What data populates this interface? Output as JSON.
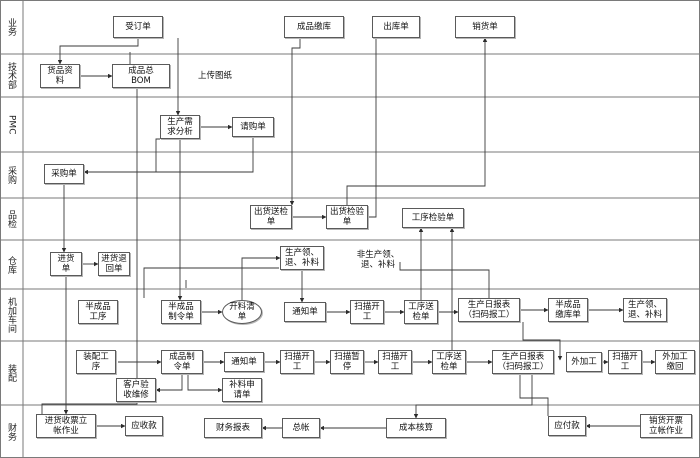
{
  "lanes": [
    {
      "id": "yewu",
      "label": "业务"
    },
    {
      "id": "jishu",
      "label": "技术部"
    },
    {
      "id": "pmc",
      "label": "PMC"
    },
    {
      "id": "caigou",
      "label": "采购"
    },
    {
      "id": "pinjian",
      "label": "品检"
    },
    {
      "id": "cangku",
      "label": "仓库"
    },
    {
      "id": "jijia",
      "label": "机加车间"
    },
    {
      "id": "zhuangpei",
      "label": "装配"
    },
    {
      "id": "caiwu",
      "label": "财务"
    }
  ],
  "nodes": [
    {
      "id": "n_shoudingdan",
      "label": "受订单"
    },
    {
      "id": "n_chengpinjiaoku",
      "label": "成品缴库"
    },
    {
      "id": "n_chukudan",
      "label": "出库单"
    },
    {
      "id": "n_xiaohuodan",
      "label": "销货单"
    },
    {
      "id": "n_huopinziliao",
      "label": "货品资\n料"
    },
    {
      "id": "n_bom",
      "label": "成品总\nBOM"
    },
    {
      "id": "n_shangchuantuzhi",
      "label": "上传图纸"
    },
    {
      "id": "n_xuqiufenxi",
      "label": "生产需\n求分析"
    },
    {
      "id": "n_qinggoudan",
      "label": "请购单"
    },
    {
      "id": "n_caigoudan",
      "label": "采购单"
    },
    {
      "id": "n_chuhuosongjian",
      "label": "出货送检\n单"
    },
    {
      "id": "n_chuhuojianyan",
      "label": "出货检验\n单"
    },
    {
      "id": "n_gongxujianyan",
      "label": "工序检验单"
    },
    {
      "id": "n_jinhuodan",
      "label": "进货\n单"
    },
    {
      "id": "n_jinhuotui",
      "label": "进货退\n回单"
    },
    {
      "id": "n_shengchanling",
      "label": "生产领、\n退、补料"
    },
    {
      "id": "n_feishengchanling",
      "label": "非生产领、\n退、补料"
    },
    {
      "id": "n_banchengpin_gx",
      "label": "半成品\n工序"
    },
    {
      "id": "n_banchengpin_zl",
      "label": "半成品\n制令单"
    },
    {
      "id": "n_kailiaoqingdan",
      "label": "开料清\n单"
    },
    {
      "id": "n_tongzhidan_j",
      "label": "通知单"
    },
    {
      "id": "n_saomiao_j",
      "label": "扫描开\n工"
    },
    {
      "id": "n_songjian_j",
      "label": "工序送\n检单"
    },
    {
      "id": "n_ribao_j",
      "label": "生产日报表\n（扫码报工）"
    },
    {
      "id": "n_bcp_jiaoku",
      "label": "半成品\n缴库单"
    },
    {
      "id": "n_shengchanling2",
      "label": "生产领、\n退、补料"
    },
    {
      "id": "n_zhuangpeigongxu",
      "label": "装配工\n序"
    },
    {
      "id": "n_chengpinzhiling",
      "label": "成品制\n令单"
    },
    {
      "id": "n_tongzhidan_z",
      "label": "通知单"
    },
    {
      "id": "n_saomiao_z",
      "label": "扫描开\n工"
    },
    {
      "id": "n_saomiaozanting",
      "label": "扫描暂\n停"
    },
    {
      "id": "n_saomiao_z2",
      "label": "扫描开\n工"
    },
    {
      "id": "n_songjian_z",
      "label": "工序送\n检单"
    },
    {
      "id": "n_ribao_z",
      "label": "生产日报表\n（扫码报工）"
    },
    {
      "id": "n_waijiagong",
      "label": "外加工"
    },
    {
      "id": "n_saomiao_w",
      "label": "扫描开\n工"
    },
    {
      "id": "n_waijiagongjiaohui",
      "label": "外加工\n缴回"
    },
    {
      "id": "n_kehuyanshou",
      "label": "客户验\n收维修"
    },
    {
      "id": "n_buliaoshen",
      "label": "补料申\n请单"
    },
    {
      "id": "n_jinhuoshoupiao",
      "label": "进货收票立\n帐作业"
    },
    {
      "id": "n_yingshoukuan",
      "label": "应收款"
    },
    {
      "id": "n_caiwubaobiao",
      "label": "财务报表"
    },
    {
      "id": "n_zongzhang",
      "label": "总帐"
    },
    {
      "id": "n_chengbenhesuan",
      "label": "成本核算"
    },
    {
      "id": "n_yingfukuan",
      "label": "应付款"
    },
    {
      "id": "n_xiaohuokaipiao",
      "label": "销货开票\n立帐作业"
    }
  ]
}
